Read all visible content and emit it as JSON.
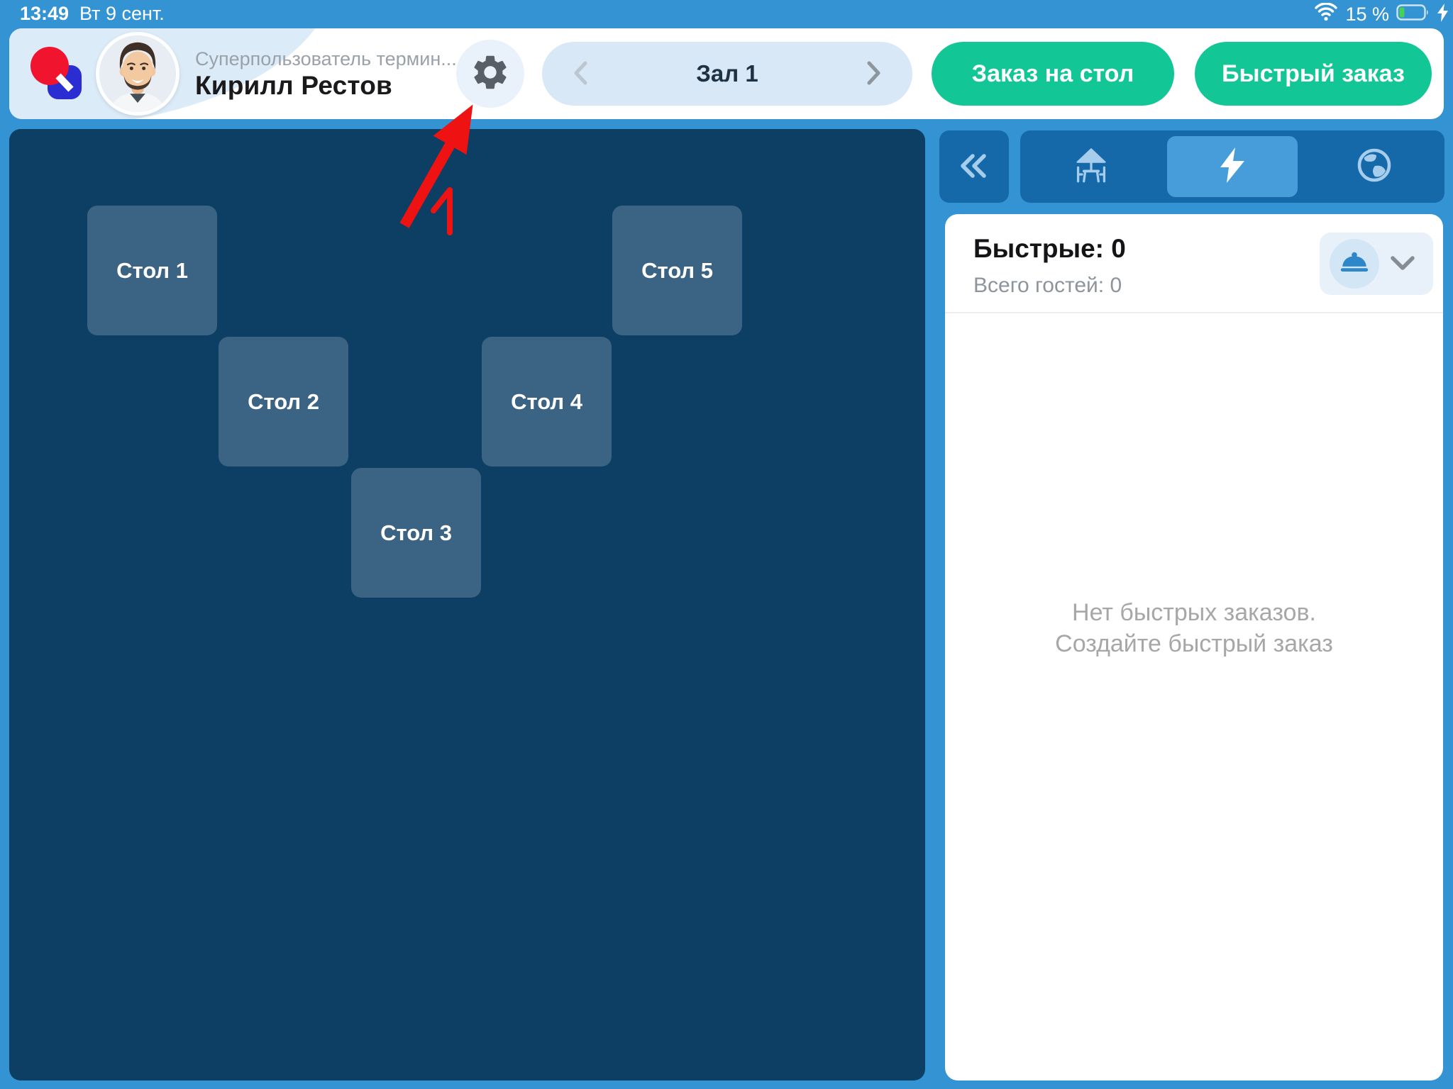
{
  "status_bar": {
    "time": "13:49",
    "date": "Вт 9 сент.",
    "battery_percent": "15 %",
    "icons": [
      "wifi-icon",
      "battery-icon",
      "charging-bolt-icon"
    ]
  },
  "header": {
    "user_role": "Суперпользователь термин...",
    "user_name": "Кирилл Рестов",
    "room_label": "Зал 1",
    "order_on_table_button": "Заказ на стол",
    "quick_order_button": "Быстрый заказ",
    "icons": [
      "app-logo",
      "avatar",
      "gear-icon",
      "chevron-left-icon",
      "chevron-right-icon"
    ]
  },
  "floor_plan": {
    "tables": [
      {
        "label": "Стол 1"
      },
      {
        "label": "Стол 2"
      },
      {
        "label": "Стол 3"
      },
      {
        "label": "Стол 4"
      },
      {
        "label": "Стол 5"
      }
    ]
  },
  "annotation": {
    "step_number": "1"
  },
  "panel_tabs": {
    "icons": [
      "collapse-double-chevron-icon",
      "tables-umbrella-icon",
      "lightning-icon",
      "globe-icon"
    ],
    "active_tab": "quick-orders"
  },
  "quick_orders_panel": {
    "title": "Быстрые: 0",
    "guests_total": "Всего гостей: 0",
    "empty_state_line1": "Нет быстрых заказов.",
    "empty_state_line2": "Создайте быстрый заказ",
    "icons": [
      "cloche-icon",
      "chevron-down-icon"
    ]
  },
  "colors": {
    "page_blue": "#3494d3",
    "floor_navy": "#0c3f63",
    "table_fill": "#3b6384",
    "accent_green": "#12c795",
    "tab_bar_blue": "#1569a9",
    "tab_active_blue": "#469dd9",
    "pill_light_blue": "#d9e8f7",
    "annotation_red": "#ef1212",
    "battery_green": "#47d256"
  }
}
